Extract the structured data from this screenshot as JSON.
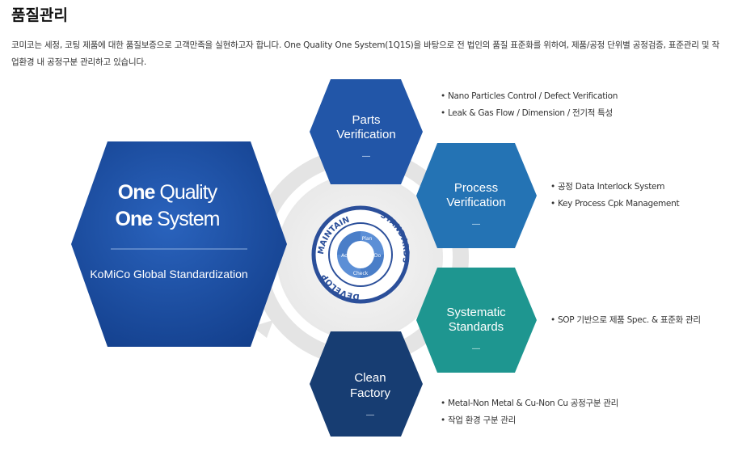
{
  "page": {
    "title": "품질관리",
    "intro": "코미코는 세정, 코팅 제품에 대한 품질보증으로 고객만족을 실현하고자 합니다. One Quality One System(1Q1S)을 바탕으로 전 법인의 품질 표준화를 위하여, 제품/공정 단위별 공정검증, 표준관리 및 작업환경 내 공정구분 관리하고 있습니다."
  },
  "main_hex": {
    "line1_bold": "One",
    "line1_rest": " Quality",
    "line2_bold": "One",
    "line2_rest": " System",
    "subtitle": "KoMiCo Global Standardization"
  },
  "stamp": {
    "top": "MAINTAIN",
    "right": "STANDARDS",
    "bottom": "DEVELOP",
    "plan": "Plan",
    "do": "Do",
    "check": "Check",
    "act": "Act"
  },
  "steps": [
    {
      "line1": "Parts",
      "line2": "Verification",
      "dash": "—",
      "color": "#2256a8",
      "bullets": [
        "Nano Particles Control /  Defect Verification",
        "Leak & Gas Flow / Dimension  / 전기적 특성"
      ]
    },
    {
      "line1": "Process",
      "line2": "Verification",
      "dash": "—",
      "color": "#2473b4",
      "bullets": [
        "공정 Data Interlock System",
        "Key Process Cpk Management"
      ]
    },
    {
      "line1": "Systematic",
      "line2": "Standards",
      "dash": "—",
      "color": "#1e9690",
      "bullets": [
        "SOP 기반으로 제품 Spec. & 표준화 관리"
      ]
    },
    {
      "line1": "Clean",
      "line2": "Factory",
      "dash": "—",
      "color": "#173d72",
      "bullets": [
        "Metal-Non Metal & Cu-Non Cu 공정구분 관리",
        "작업 환경 구분 관리"
      ]
    }
  ],
  "colors": {
    "main_hex": "#1b4ea3",
    "ring": "#e6e6e6"
  }
}
